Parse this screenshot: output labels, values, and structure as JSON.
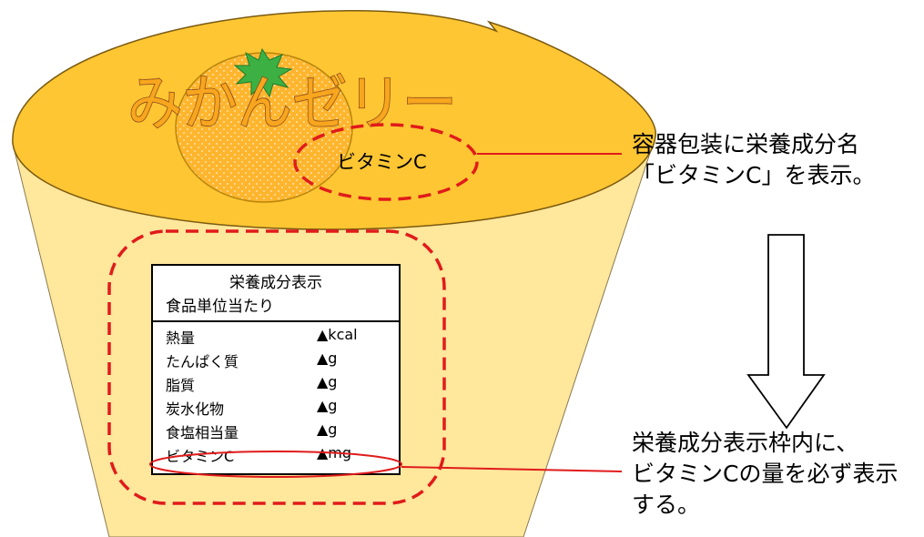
{
  "product_name": "みかんゼリー",
  "lid_label": "ビタミンC",
  "callout_top": [
    "容器包装に栄養成分名",
    "「ビタミンC」を表示。"
  ],
  "callout_bottom": [
    "栄養成分表示枠内に、",
    "ビタミンCの量を必ず表示",
    "する。"
  ],
  "nutrition_table": {
    "title": "栄養成分表示",
    "subtitle": "食品単位当たり",
    "rows": [
      {
        "name": "熱量",
        "amount": "▲kcal"
      },
      {
        "name": "たんぱく質",
        "amount": "▲g"
      },
      {
        "name": "脂質",
        "amount": "▲g"
      },
      {
        "name": "炭水化物",
        "amount": "▲g"
      },
      {
        "name": "食塩相当量",
        "amount": "▲g"
      },
      {
        "name": "ビタミンC",
        "amount": "▲mg"
      }
    ]
  },
  "colors": {
    "cup_body": "#FFE79C",
    "lid": "#FFC633",
    "orange": "#FFB52E",
    "leaf": "#2E9E2E",
    "title_text": "#F7A61E",
    "title_outline": "#8B4A1A",
    "highlight": "#E01B1B"
  }
}
